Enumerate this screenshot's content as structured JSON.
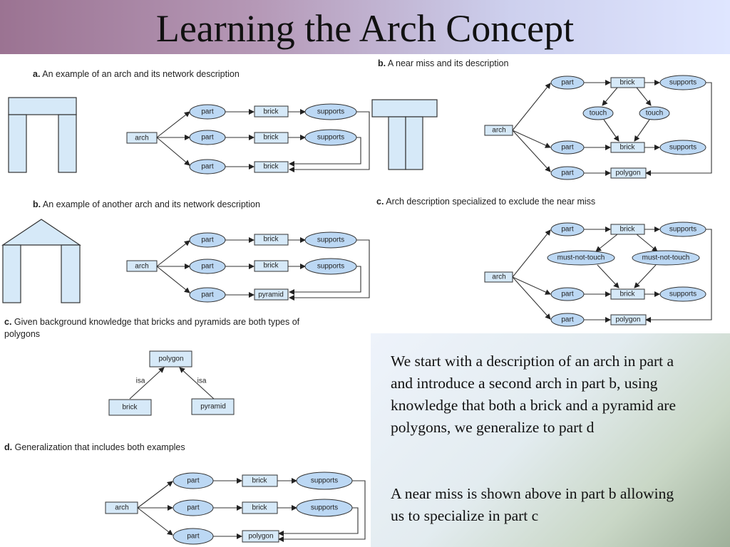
{
  "title": "Learning the Arch Concept",
  "captions": {
    "a_letter": "a.",
    "a_text": "An example of an arch and its network description",
    "b_left_letter": "b.",
    "b_left_text": "An example of another arch and its network description",
    "c_left_letter": "c.",
    "c_left_text_1": "Given background knowledge that bricks and pyramids are both types of",
    "c_left_text_2": "polygons",
    "d_letter": "d.",
    "d_text": "Generalization that includes both examples",
    "b_right_letter": "b.",
    "b_right_text": "A near miss and its description",
    "c_right_letter": "c.",
    "c_right_text": "Arch description specialized to exclude the near miss"
  },
  "labels": {
    "arch": "arch",
    "part": "part",
    "brick": "brick",
    "supports": "supports",
    "pyramid": "pyramid",
    "polygon": "polygon",
    "touch": "touch",
    "must_not_touch": "must-not-touch",
    "isa": "isa"
  },
  "notes": [
    "We start with a description of an arch in part a and introduce a second arch in part b, using knowledge that both a brick and a pyramid are polygons, we generalize to part d",
    "A near miss is shown above in part b allowing us to specialize in part c"
  ]
}
